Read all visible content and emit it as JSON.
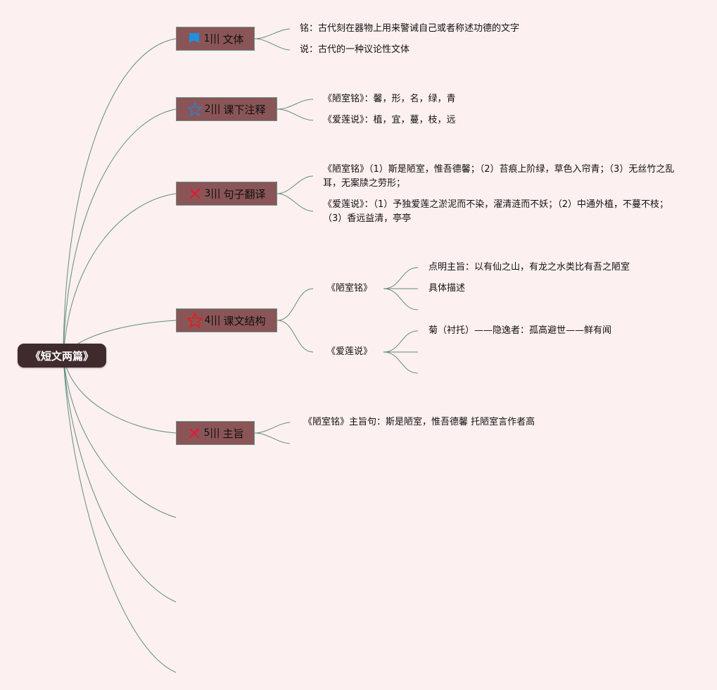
{
  "root": {
    "label": "《短文两篇》"
  },
  "topics": [
    {
      "num": "1|||",
      "label": "文体",
      "icon": "blue-flag-icon",
      "color": "#1f8fe0"
    },
    {
      "num": "2|||",
      "label": "课下注释",
      "icon": "star-outline-icon",
      "color": "#2f7fd0"
    },
    {
      "num": "3|||",
      "label": "句子翻译",
      "icon": "crossed-tools-icon",
      "color": "#d8203a"
    },
    {
      "num": "4|||",
      "label": "课文结构",
      "icon": "red-star-icon",
      "color": "#e02020"
    },
    {
      "num": "5|||",
      "label": "主旨",
      "icon": "crossed-tools-icon",
      "color": "#d8203a"
    }
  ],
  "wenti": [
    "铭：古代刻在器物上用来警诫自己或者称述功德的文字",
    "说：古代的一种议论性文体"
  ],
  "zhushi": [
    "《陋室铭》：馨，形，名，绿，青",
    "《爱莲说》：植，宜，蔓，枝，远"
  ],
  "fanyi": [
    "《陋室铭》（1）斯是陋室，惟吾德馨；（2）苔痕上阶绿，草色入帘青；（3）无丝竹之乱耳，无案牍之劳形；",
    "《爱莲说》：（1）予独爱莲之淤泥而不染，濯清涟而不妖；（2）中通外植，不蔓不枝；（3）香远益清，亭亭"
  ],
  "jiegou": {
    "louShi": {
      "label": "《陋室铭》",
      "items": [
        "点明主旨：以有仙之山，有龙之水类比有吾之陋室",
        "具体描述",
        ""
      ]
    },
    "aiLian": {
      "label": "《爱莲说》",
      "items": [
        "菊（衬托）——隐逸者：孤高避世——鲜有闻",
        "",
        ""
      ]
    }
  },
  "zhuzhi": [
    "《陋室铭》主旨句：斯是陋室，惟吾德馨 托陋室言作者高"
  ],
  "colors": {
    "background": "#fdf0f0",
    "line": "#5f8d7d",
    "topic_fill": "#8a5557",
    "root_fill": "#3f2a2c"
  }
}
